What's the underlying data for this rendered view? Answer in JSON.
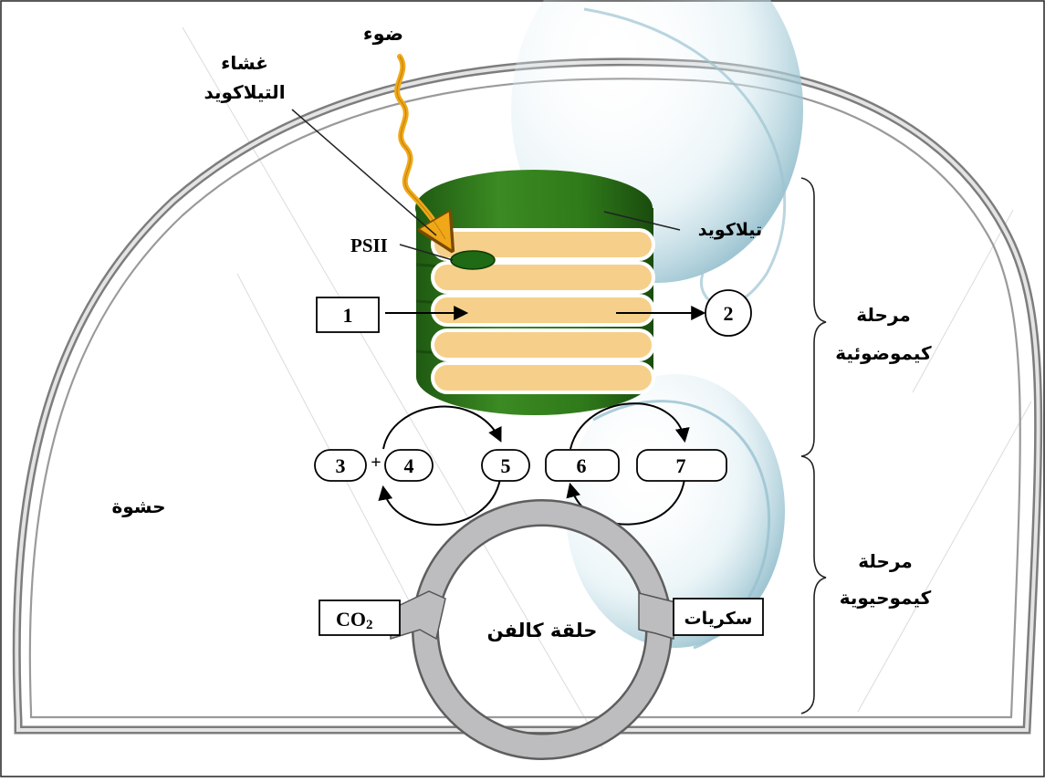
{
  "labels": {
    "light": "ضوء",
    "membrane_line1": "غشاء",
    "membrane_line2": "التيلاكويد",
    "psii": "PSII",
    "thylakoid": "تيلاكويد",
    "stroma": "حشوة",
    "photochemical_line1": "مرحلة",
    "photochemical_line2": "كيموضوئية",
    "biochemical_line1": "مرحلة",
    "biochemical_line2": "كيموحيوية",
    "calvin_cycle": "حلقة كالفن",
    "co2": "CO",
    "co2_sub": "2",
    "sugars": "سكريات",
    "plus": "+"
  },
  "numbers": {
    "n1": "1",
    "n2": "2",
    "n3": "3",
    "n4": "4",
    "n5": "5",
    "n6": "6",
    "n7": "7"
  },
  "colors": {
    "thylakoid_green": "#2f7a1a",
    "thylakoid_dark": "#1e5410",
    "lumen": "#f6d08a",
    "light_ray": "#f0a818",
    "calvin_gray": "#b8b8ba",
    "envelope": "#8a8a8a",
    "bubble": "#a9cfdc"
  }
}
